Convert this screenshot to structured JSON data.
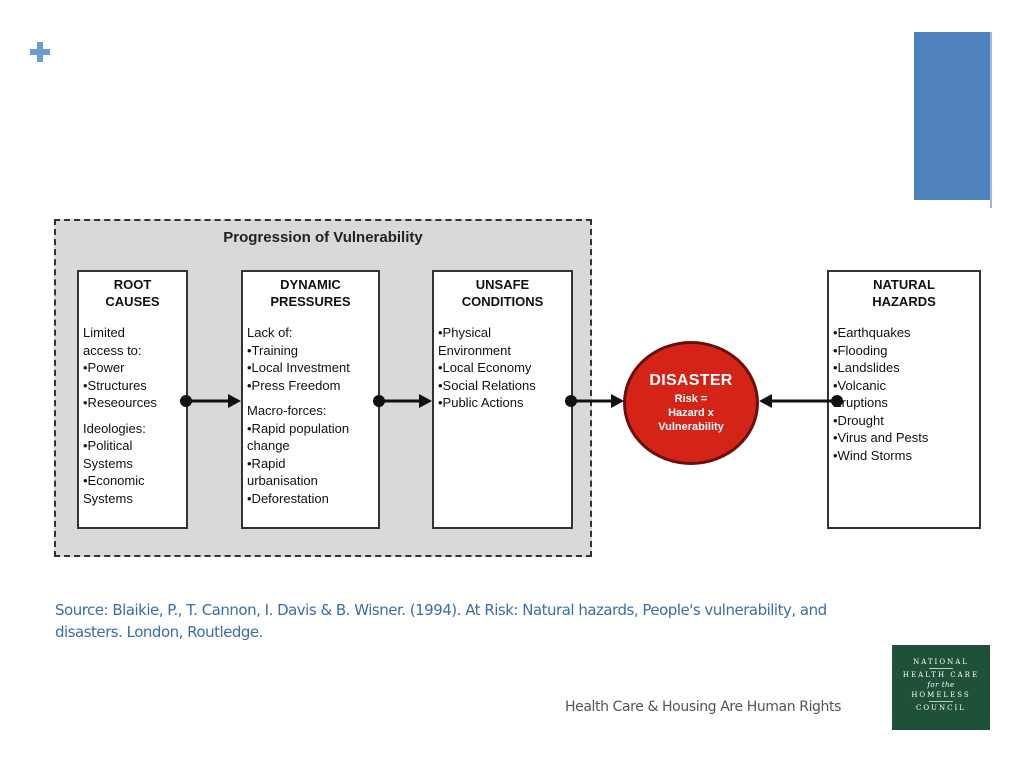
{
  "slide": {
    "accent_color": "#4f81bd",
    "plus_icon": "plus-icon"
  },
  "diagram": {
    "title": "Progression of Vulnerability",
    "boxes": [
      {
        "title": "ROOT\nCAUSES",
        "text1": "Limited\naccess to:\n•Power\n•Structures\n•Reseources",
        "text2": "Ideologies:\n•Political\nSystems\n•Economic\nSystems"
      },
      {
        "title": "DYNAMIC\nPRESSURES",
        "text1": "Lack of:\n•Training\n•Local Investment\n•Press Freedom",
        "text2": "Macro-forces:\n•Rapid population\nchange\n•Rapid\nurbanisation\n•Deforestation"
      },
      {
        "title": "UNSAFE\nCONDITIONS",
        "text1": "•Physical\nEnvironment\n•Local Economy\n•Social Relations\n•Public Actions"
      },
      {
        "title": "NATURAL\nHAZARDS",
        "text1": "•Earthquakes\n•Flooding\n•Landslides\n•Volcanic\nEruptions\n•Drought\n•Virus and Pests\n•Wind Storms"
      }
    ],
    "disaster": {
      "title": "DISASTER",
      "subtitle": "Risk =\nHazard x\nVulnerability",
      "color": "#d42418"
    }
  },
  "source": "Source: Blaikie, P., T. Cannon, I. Davis & B. Wisner. (1994). At Risk: Natural hazards, People's vulnerability, and disasters. London, Routledge.",
  "footer": "Health Care & Housing Are Human Rights",
  "logo": {
    "line1": "NATIONAL",
    "line2": "HEALTH CARE",
    "line3": "for the",
    "line4": "HOMELESS",
    "line5": "COUNCIL",
    "color": "#1f5038"
  }
}
